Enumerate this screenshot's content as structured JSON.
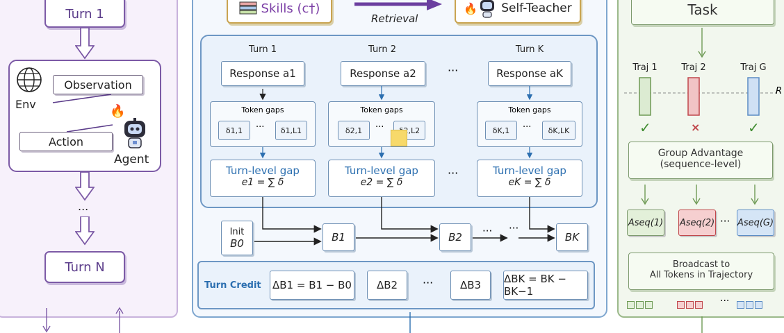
{
  "left": {
    "turn1_label": "Turn 1",
    "observation_label": "Observation",
    "env_label": "Env",
    "action_label": "Action",
    "agent_label": "Agent",
    "ellipsis": "...",
    "turnN_label": "Turn N"
  },
  "middle": {
    "skills_label": "Skills (c†)",
    "retrieval_label": "Retrieval",
    "self_teacher_label": "Self-Teacher",
    "turns": [
      {
        "header": "Turn 1",
        "response": "Response a1",
        "token_gaps": "Token gaps",
        "delta_first": "δ1,1",
        "delta_last": "δ1,L1",
        "gap_title": "Turn-level gap",
        "gap_formula": "e1 = ∑ δ"
      },
      {
        "header": "Turn 2",
        "response": "Response a2",
        "token_gaps": "Token gaps",
        "delta_first": "δ2,1",
        "delta_last": "δ2,L2",
        "gap_title": "Turn-level gap",
        "gap_formula": "e2 = ∑ δ"
      },
      {
        "header": "Turn K",
        "response": "Response aK",
        "token_gaps": "Token gaps",
        "delta_first": "δK,1",
        "delta_last": "δK,LK",
        "gap_title": "Turn-level gap",
        "gap_formula": "eK = ∑ δ"
      }
    ],
    "dots": "···",
    "init_label": "Init",
    "b0_label": "B0",
    "b_nodes": [
      "B1",
      "B2",
      "BK"
    ],
    "turn_credit_label": "Turn Credit",
    "credits": [
      "ΔB1 = B1 − B0",
      "ΔB2",
      "ΔB3",
      "ΔBK = BK − BK−1"
    ]
  },
  "right": {
    "task_label": "Task",
    "trajs": [
      "Traj 1",
      "Traj 2",
      "Traj G"
    ],
    "r_label": "R",
    "marks": [
      "✓",
      "×",
      "✓"
    ],
    "group_adv": "Group Advantage",
    "group_adv_sub": "(sequence-level)",
    "aseq": [
      "Aseq(1)",
      "Aseq(2)",
      "Aseq(G)"
    ],
    "ellipsis": "···",
    "broadcast": "Broadcast to",
    "broadcast_sub": "All Tokens in Trajectory"
  },
  "colors": {
    "purple": "#7c5aa6",
    "blue": "#2c6fb0",
    "green": "#6e9a55",
    "red": "#c0474b"
  }
}
